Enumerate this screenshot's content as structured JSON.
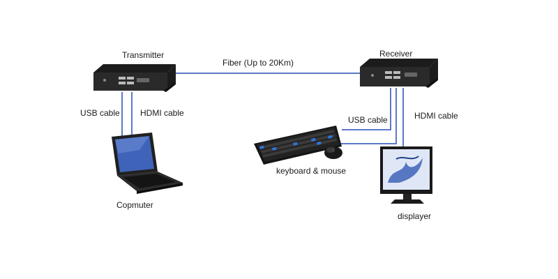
{
  "labels": {
    "transmitter": "Transmitter",
    "receiver": "Receiver",
    "fiber": "Fiber (Up to 20Km)",
    "usb_cable_left": "USB cable",
    "hdmi_cable_left": "HDMI cable",
    "usb_cable_right": "USB cable",
    "hdmi_cable_right": "HDMI cable",
    "keyboard_mouse": "keyboard & mouse",
    "computer": "Copmuter",
    "displayer": "displayer"
  },
  "colors": {
    "cable": "#5b79c9",
    "device_body": "#1c1c1c",
    "device_face": "#2a2a2a",
    "screen_blue": "#3f63b8",
    "key_blue": "#2f73d8"
  }
}
